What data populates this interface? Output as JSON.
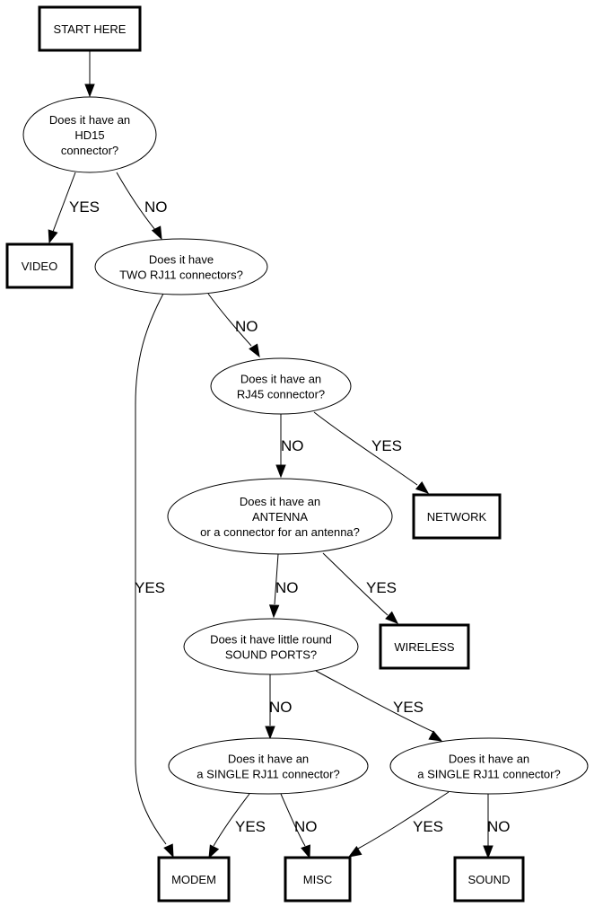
{
  "diagram": {
    "type": "decision-flowchart",
    "nodes": [
      {
        "id": "start",
        "shape": "box",
        "lines": [
          "START HERE"
        ]
      },
      {
        "id": "q_hd15",
        "shape": "ellipse",
        "lines": [
          "Does it have an",
          "HD15",
          "connector?"
        ]
      },
      {
        "id": "video",
        "shape": "box",
        "lines": [
          "VIDEO"
        ]
      },
      {
        "id": "q_two_rj11",
        "shape": "ellipse",
        "lines": [
          "Does it have",
          "TWO RJ11 connectors?"
        ]
      },
      {
        "id": "q_rj45",
        "shape": "ellipse",
        "lines": [
          "Does it have an",
          "RJ45 connector?"
        ]
      },
      {
        "id": "network",
        "shape": "box",
        "lines": [
          "NETWORK"
        ]
      },
      {
        "id": "q_antenna",
        "shape": "ellipse",
        "lines": [
          "Does it have an",
          "ANTENNA",
          "or a connector for an antenna?"
        ]
      },
      {
        "id": "wireless",
        "shape": "box",
        "lines": [
          "WIRELESS"
        ]
      },
      {
        "id": "q_sound_ports",
        "shape": "ellipse",
        "lines": [
          "Does it have little round",
          "SOUND PORTS?"
        ]
      },
      {
        "id": "q_single_rj11_a",
        "shape": "ellipse",
        "lines": [
          "Does it have an",
          "a SINGLE RJ11 connector?"
        ]
      },
      {
        "id": "q_single_rj11_b",
        "shape": "ellipse",
        "lines": [
          "Does it have an",
          "a SINGLE RJ11 connector?"
        ]
      },
      {
        "id": "modem",
        "shape": "box",
        "lines": [
          "MODEM"
        ]
      },
      {
        "id": "misc",
        "shape": "box",
        "lines": [
          "MISC"
        ]
      },
      {
        "id": "sound",
        "shape": "box",
        "lines": [
          "SOUND"
        ]
      }
    ],
    "edges": [
      {
        "from": "start",
        "to": "q_hd15",
        "label": ""
      },
      {
        "from": "q_hd15",
        "to": "video",
        "label": "YES"
      },
      {
        "from": "q_hd15",
        "to": "q_two_rj11",
        "label": "NO"
      },
      {
        "from": "q_two_rj11",
        "to": "modem",
        "label": "YES"
      },
      {
        "from": "q_two_rj11",
        "to": "q_rj45",
        "label": "NO"
      },
      {
        "from": "q_rj45",
        "to": "network",
        "label": "YES"
      },
      {
        "from": "q_rj45",
        "to": "q_antenna",
        "label": "NO"
      },
      {
        "from": "q_antenna",
        "to": "wireless",
        "label": "YES"
      },
      {
        "from": "q_antenna",
        "to": "q_sound_ports",
        "label": "NO"
      },
      {
        "from": "q_sound_ports",
        "to": "q_single_rj11_b",
        "label": "YES"
      },
      {
        "from": "q_sound_ports",
        "to": "q_single_rj11_a",
        "label": "NO"
      },
      {
        "from": "q_single_rj11_a",
        "to": "modem",
        "label": "YES"
      },
      {
        "from": "q_single_rj11_a",
        "to": "misc",
        "label": "NO"
      },
      {
        "from": "q_single_rj11_b",
        "to": "misc",
        "label": "YES"
      },
      {
        "from": "q_single_rj11_b",
        "to": "sound",
        "label": "NO"
      }
    ]
  }
}
